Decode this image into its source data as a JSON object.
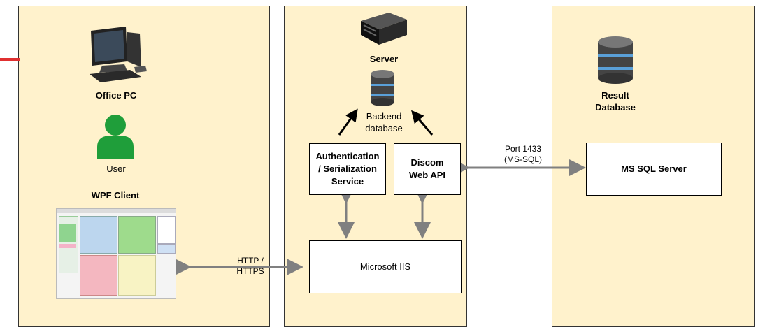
{
  "colors": {
    "panel": "#fff2cc",
    "arrow": "#808080",
    "red_line": "#e03030",
    "user_green": "#1f9e3a"
  },
  "left_panel": {
    "pc_label": "Office PC",
    "user_label": "User",
    "client_label": "WPF Client"
  },
  "middle_panel": {
    "server_label": "Server",
    "db_label": "Backend\ndatabase",
    "auth_box": "Authentication\n/ Serialization\nService",
    "api_box": "Discom\nWeb API",
    "iis_box": "Microsoft IIS"
  },
  "right_panel": {
    "db_label": "Result\nDatabase",
    "sql_box": "MS SQL Server"
  },
  "connectors": {
    "http_label": "HTTP /\nHTTPS",
    "port_label": "Port 1433\n(MS-SQL)"
  },
  "icons": [
    "desktop-pc-icon",
    "user-icon",
    "server-icon",
    "database-icon",
    "app-screenshot-thumbnail"
  ]
}
